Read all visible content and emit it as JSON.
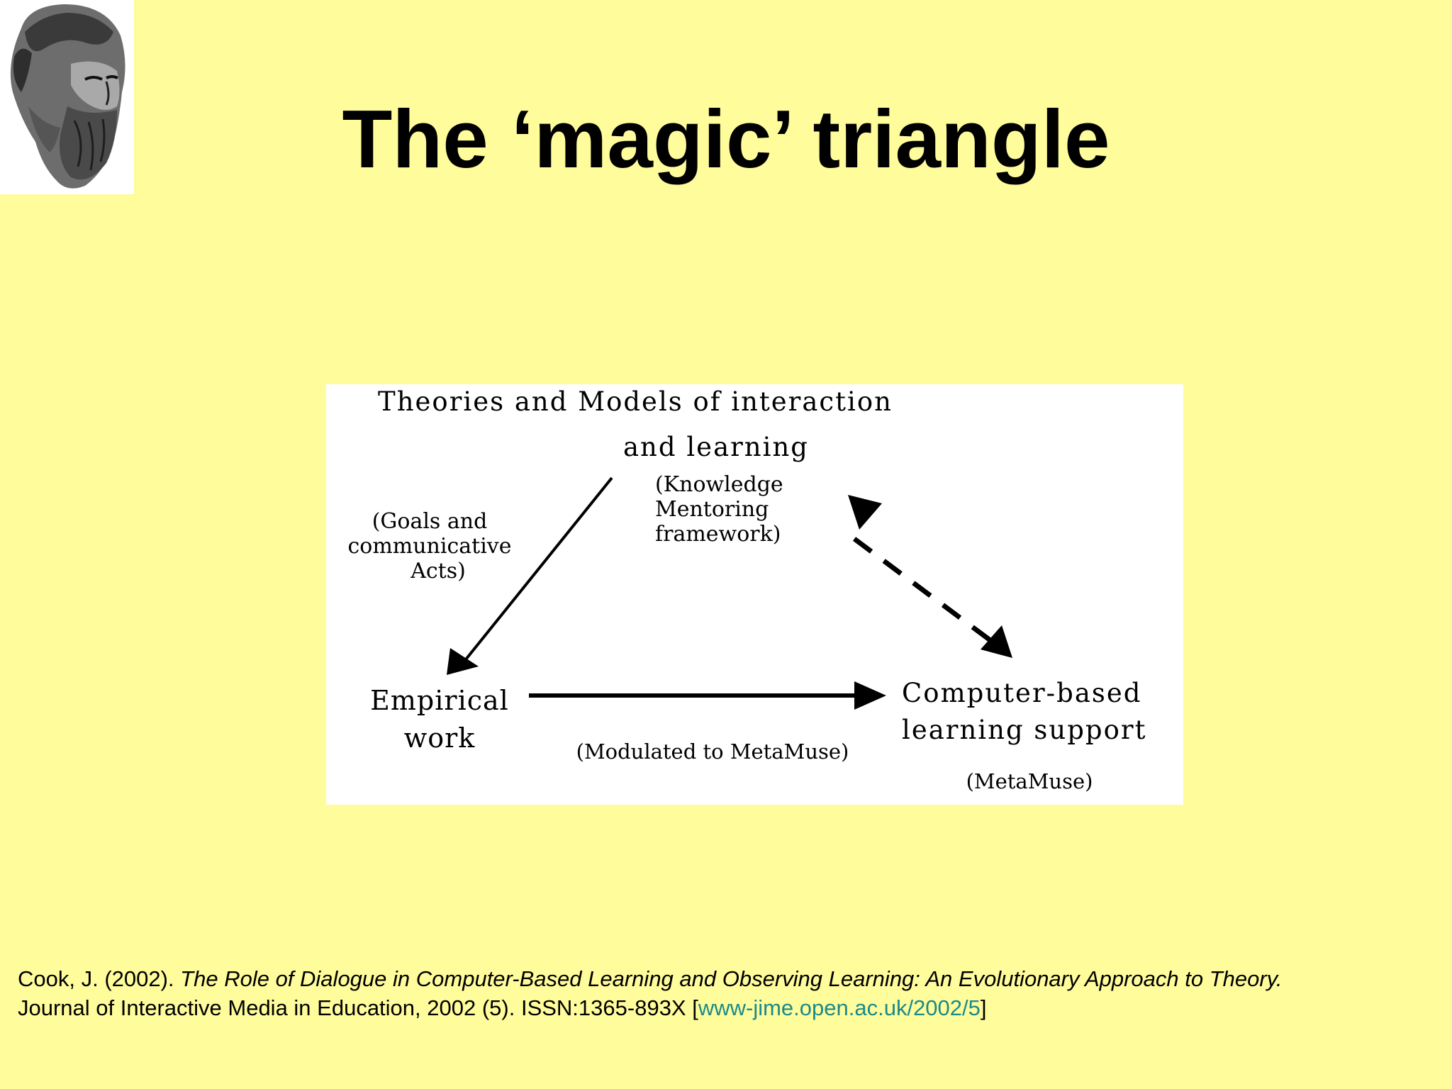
{
  "slide": {
    "background": "#fffc9c",
    "title": "The ‘magic’ triangle"
  },
  "portrait": {
    "icon": "philosopher-bust-icon"
  },
  "diagram": {
    "top_label_line1": "Theories and Models of interaction",
    "top_label_line2": "and learning",
    "top_note_line1": "(Knowledge",
    "top_note_line2": "Mentoring",
    "top_note_line3": "framework)",
    "left_note_line1": "(Goals and",
    "left_note_line2": "communicative",
    "left_note_line3": "Acts)",
    "left_label_line1": "Empirical",
    "left_label_line2": "work",
    "right_label_line1": "Computer-based",
    "right_label_line2": "learning support",
    "bottom_note": "(Modulated to MetaMuse)",
    "right_note": "(MetaMuse)"
  },
  "citation": {
    "author": "Cook, J. (2002).",
    "work_title": "The Role of Dialogue in Computer-Based Learning and Observing Learning: An Evolutionary Approach to Theory.",
    "journal": "Journal of Interactive Media in Education, 2002 (5). ISSN:1365-893X [",
    "link_text": "www-jime.open.ac.uk/2002/5",
    "closing": "]",
    "link_color": "#1a8a8a"
  }
}
